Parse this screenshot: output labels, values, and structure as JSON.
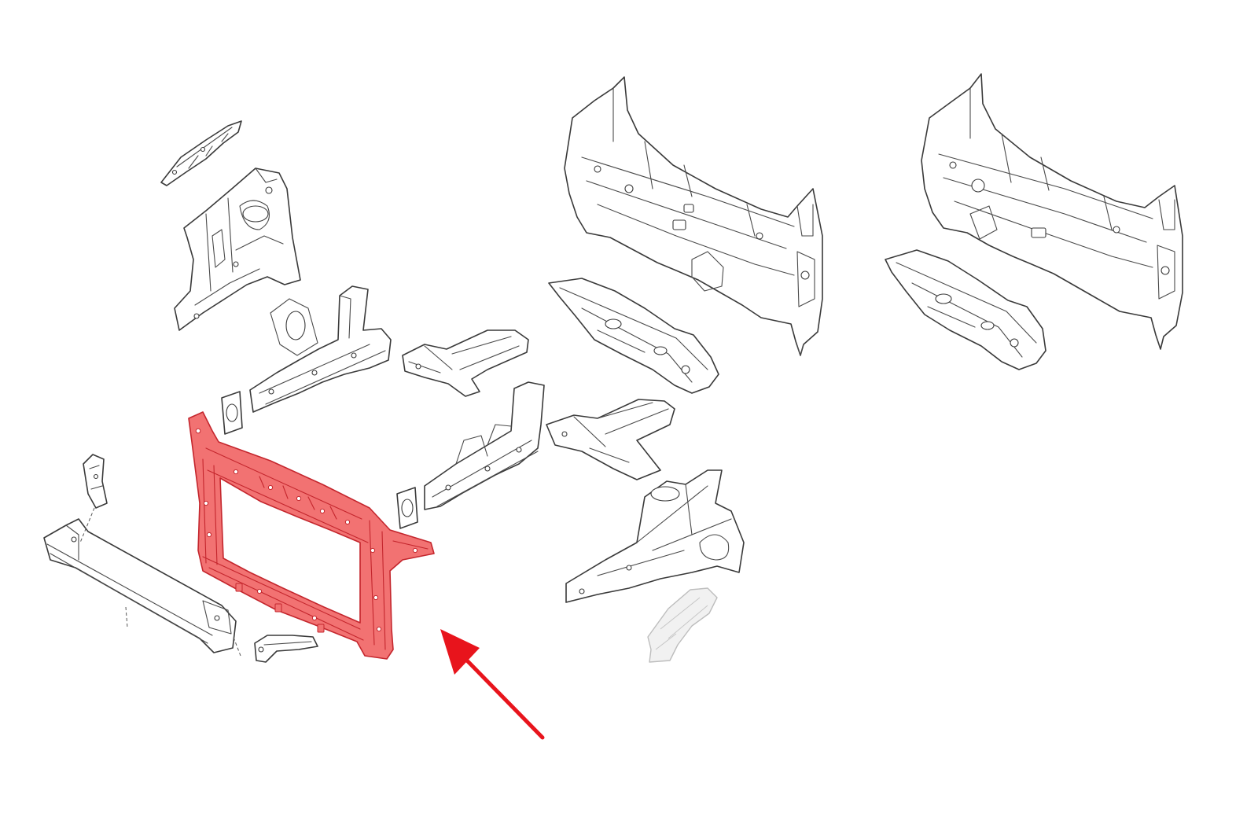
{
  "diagram": {
    "highlighted_part": "radiator-support-frame",
    "colors": {
      "background": "#ffffff",
      "line": "#3a3a3a",
      "highlight_fill": "#f27272",
      "highlight_stroke": "#c4262d",
      "arrow": "#e8141c",
      "ghost_part": "#d6d6d6"
    },
    "arrow": {
      "points_to": "radiator-support-frame",
      "direction": "up-left"
    }
  }
}
